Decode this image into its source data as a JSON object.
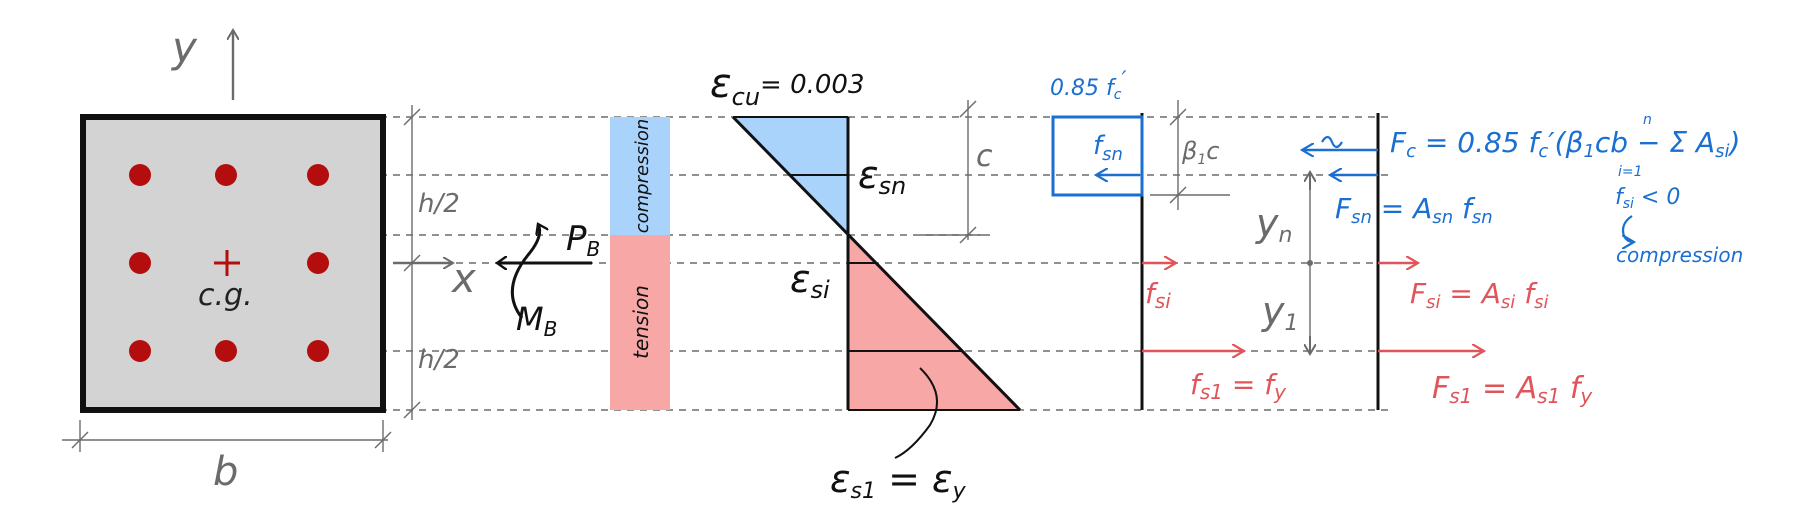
{
  "colors": {
    "ink": "#111111",
    "gray": "#6b6b6b",
    "section_fill": "#d3d3d3",
    "rebar": "#b30d0d",
    "compression_fill": "#a9d3fb",
    "tension_fill": "#f8a7a7",
    "blue_text": "#1a6fd1",
    "red_text": "#e0545a"
  },
  "icons": {
    "y_axis_arrow": "arrow-up-icon",
    "x_axis_arrow": "arrow-right-icon",
    "moment_arrow": "curved-arrow-icon",
    "axial_arrow": "arrow-left-icon"
  },
  "section": {
    "y_axis_label": "y",
    "x_axis_label": "x",
    "cg_label": "c.g.",
    "width_label": "b",
    "half_height_top": "h/2",
    "half_height_bottom": "h/2",
    "axial_load": "P",
    "axial_load_sub": "B",
    "moment": "M",
    "moment_sub": "B"
  },
  "zones": {
    "compression": "compression",
    "tension": "tension"
  },
  "strain": {
    "ecu": "ε",
    "ecu_sub": "cu",
    "ecu_value": "= 0.003",
    "esn": "ε",
    "esn_sub": "sn",
    "esi": "ε",
    "esi_sub": "si",
    "es1": "ε",
    "es1_sub": "s1",
    "es1_eq": " = ε",
    "es1_eq_sub": "y",
    "depth_c": "c"
  },
  "stress": {
    "block_stress": "0.85 f",
    "block_stress_sub": "c",
    "block_stress_prime": "′",
    "fsn": "f",
    "fsn_sub": "sn",
    "beta_c": "β",
    "beta_c_sub": "1",
    "beta_c_tail": "c",
    "fsi": "f",
    "fsi_sub": "si",
    "fs1": "f",
    "fs1_sub": "s1",
    "fs1_eq": " = f",
    "fs1_eq_sub": "y"
  },
  "forces": {
    "fc_eq": "F",
    "fc_eq_sub": "c",
    "fc_eq_rest": " = 0.85 f",
    "fc_eq_rest_sub": "c",
    "fc_eq_tail": "′(β",
    "fc_eq_tail_sub": "1",
    "fc_eq_tail2": "cb − Σ A",
    "fc_eq_tail2_sub": "si",
    "fc_eq_close": ")",
    "sum_upper": "n",
    "sum_lower": "i=1",
    "fsi_condition": "f",
    "fsi_condition_sub": "si",
    "fsi_condition_tail": " < 0",
    "compression_note": "compression",
    "fsn_eq": "F",
    "fsn_eq_sub": "sn",
    "fsn_eq_rest": " = A",
    "fsn_eq_rest_sub": "sn",
    "fsn_eq_tail": " f",
    "fsn_eq_tail_sub": "sn",
    "fsi_eq": "F",
    "fsi_eq_sub": "si",
    "fsi_eq_rest": " = A",
    "fsi_eq_rest_sub": "si",
    "fsi_eq_tail": " f",
    "fsi_eq_tail_sub": "si",
    "fs1_eq": "F",
    "fs1_eq_sub": "s1",
    "fs1_eq_rest": " = A",
    "fs1_eq_rest_sub": "s1",
    "fs1_eq_tail": " f",
    "fs1_eq_tail_sub": "y",
    "yn": "y",
    "yn_sub": "n",
    "y1": "y",
    "y1_sub": "1"
  }
}
